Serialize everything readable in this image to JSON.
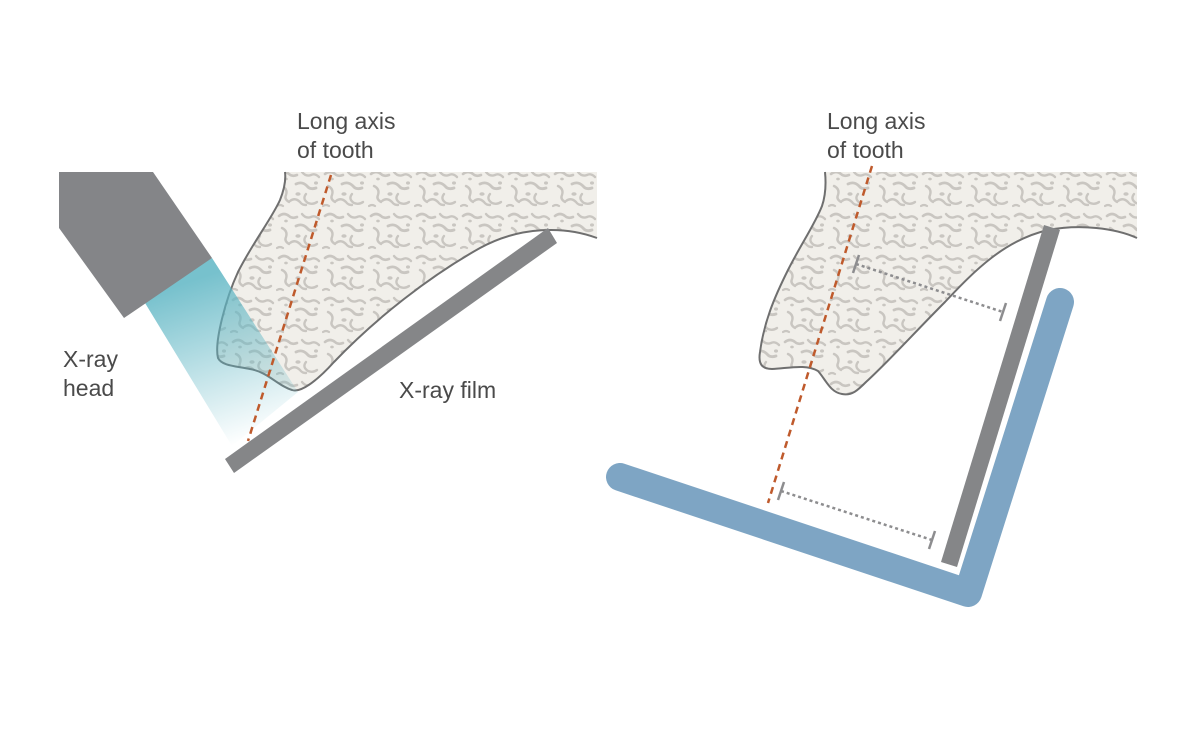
{
  "left_panel": {
    "axis_label": {
      "line1": "Long axis",
      "line2": "of tooth"
    },
    "head_label": {
      "line1": "X-ray",
      "line2": "head"
    },
    "film_label": "X-ray film"
  },
  "right_panel": {
    "axis_label": {
      "line1": "Long axis",
      "line2": "of tooth"
    }
  },
  "colors": {
    "xray_head": "#848588",
    "beam": "#5fb6c4",
    "film": "#858688",
    "holder": "#7ea5c4",
    "bone_fill": "#f1efea",
    "bone_texture": "#c9c6c1",
    "outline": "#6f6f6f",
    "axis_line": "#bf5a2c",
    "measure_line": "#8d8d8f",
    "text": "#4a4a4a"
  }
}
